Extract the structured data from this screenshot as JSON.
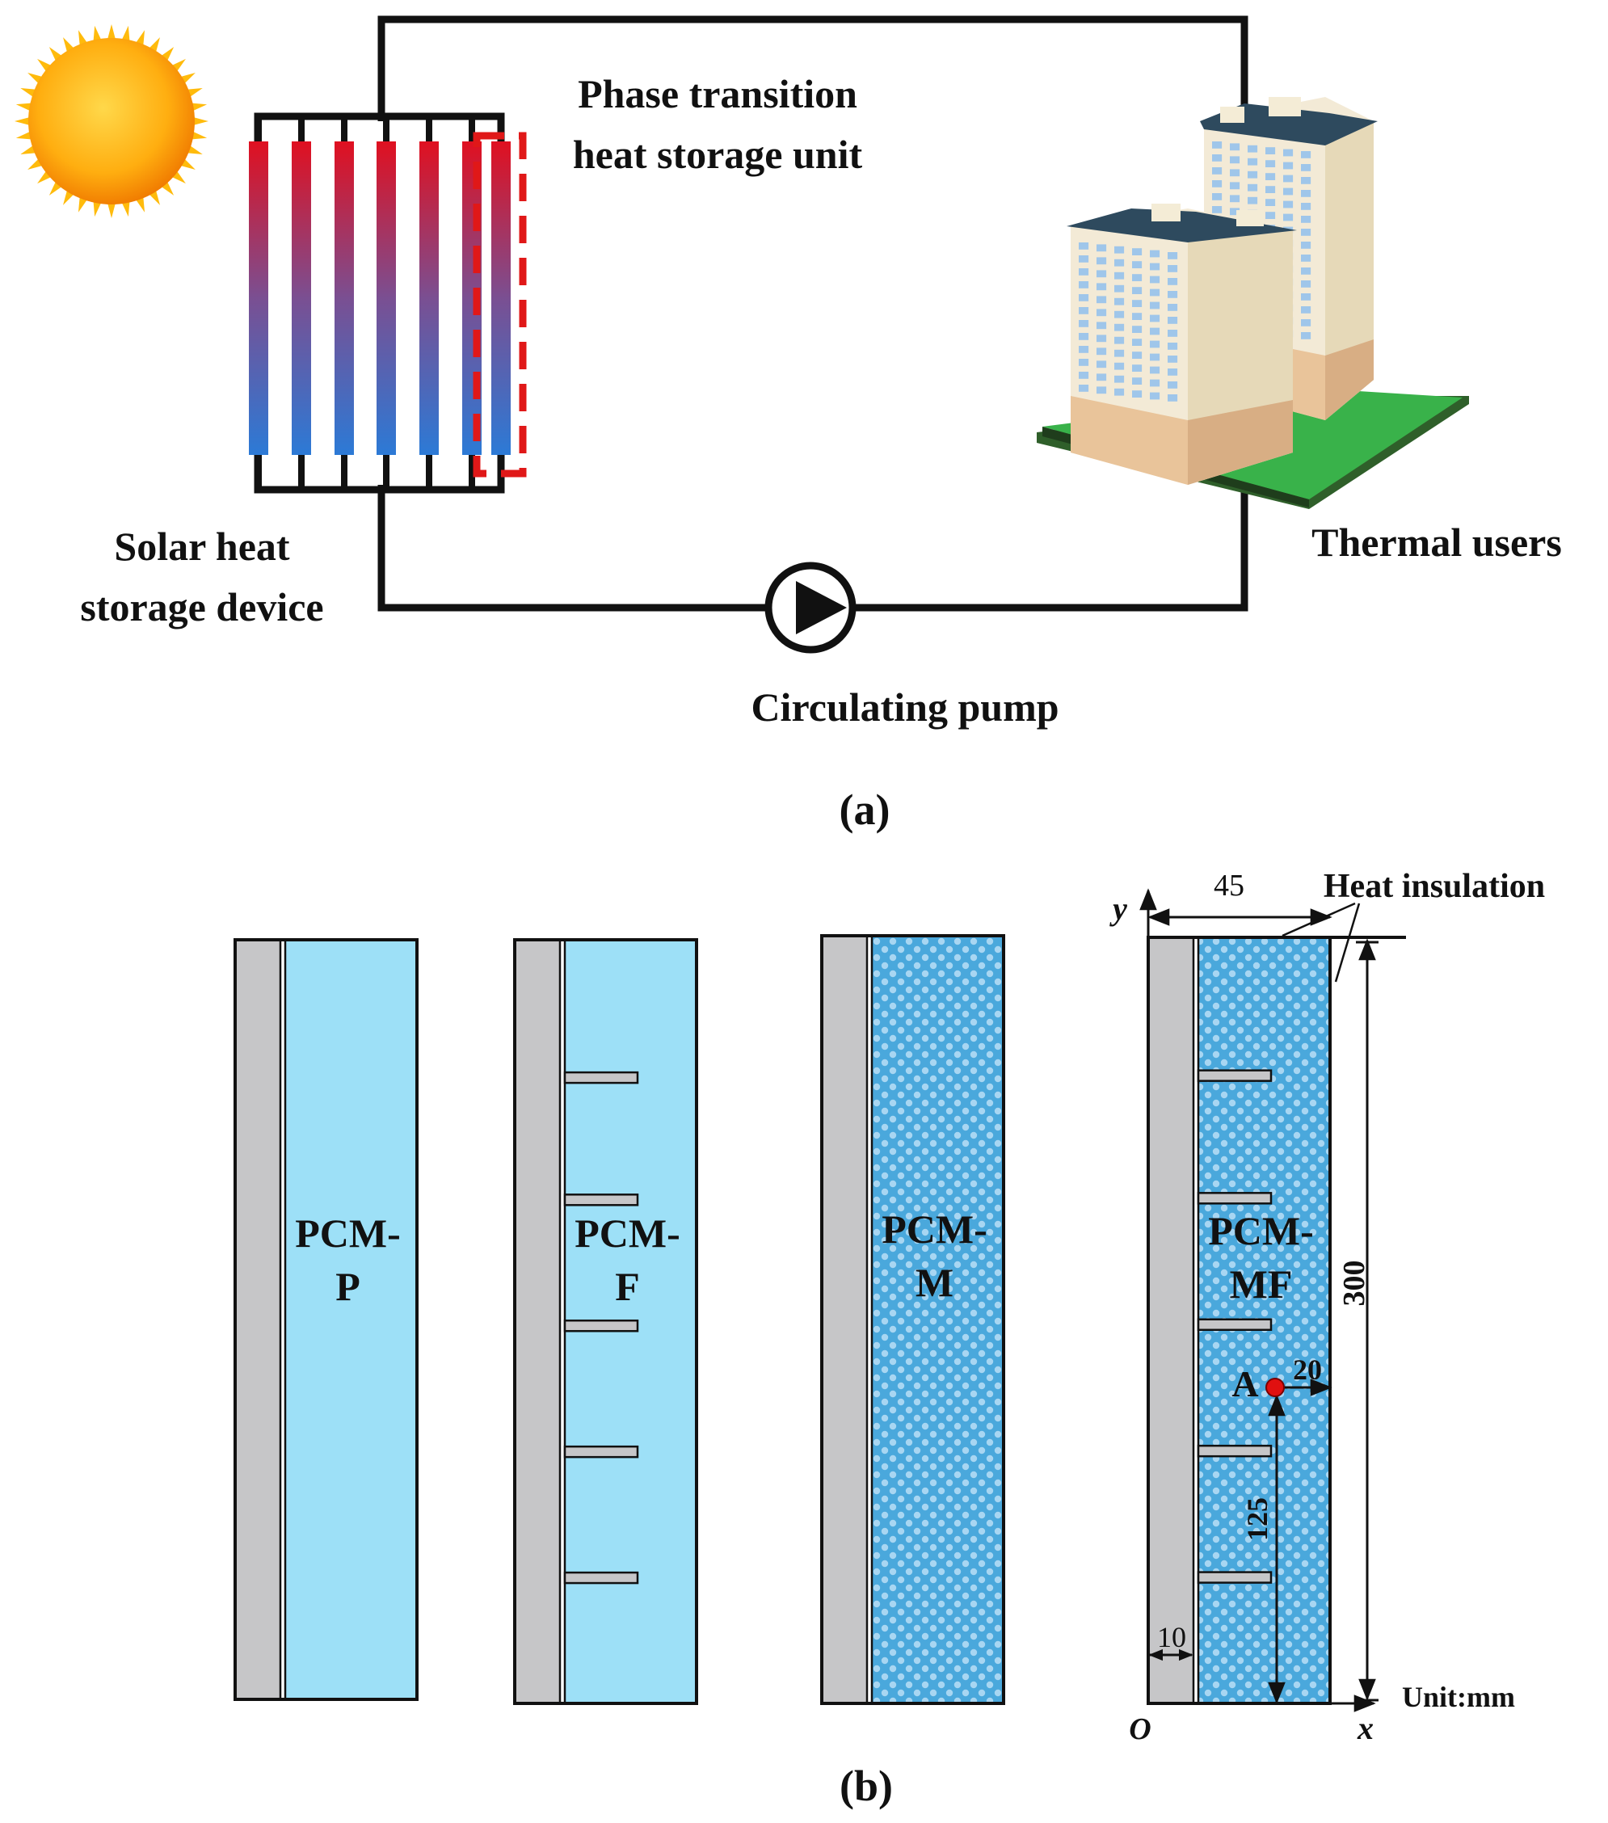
{
  "panel_a": {
    "caption": "(a)",
    "labels": {
      "storage_unit_line1": "Phase transition",
      "storage_unit_line2": "heat storage unit",
      "device_line1": "Solar heat",
      "device_line2": "storage device",
      "users": "Thermal users",
      "pump": "Circulating pump"
    },
    "colors": {
      "tube_hot": "#e01020",
      "tube_mid": "#7a4f92",
      "tube_cold": "#2c7ad6",
      "highlight_box": "#e01818",
      "sun_core": "#ffb000",
      "pipe": "#111111"
    },
    "icons": [
      "sun-icon",
      "buildings-icon",
      "pump-icon"
    ]
  },
  "panel_b": {
    "caption": "(b)",
    "units": [
      {
        "id": "pcm-p",
        "label_line1": "PCM-",
        "label_line2": "P",
        "fins": 0,
        "foam": false
      },
      {
        "id": "pcm-f",
        "label_line1": "PCM-",
        "label_line2": "F",
        "fins": 5,
        "foam": false
      },
      {
        "id": "pcm-m",
        "label_line1": "PCM-",
        "label_line2": "M",
        "fins": 0,
        "foam": true
      },
      {
        "id": "pcm-mf",
        "label_line1": "PCM-",
        "label_line2": "MF",
        "fins": 5,
        "foam": true
      }
    ],
    "dimensions": {
      "width": "45",
      "height": "300",
      "wall": "10",
      "point_x": "20",
      "point_y": "125"
    },
    "heat_insulation": "Heat insulation",
    "unit_label": "Unit:mm",
    "axis": {
      "x": "x",
      "y": "y",
      "origin": "O"
    },
    "point_label": "A",
    "colors": {
      "pcm_fill": "#9de0f7",
      "foam_fill": "#4aa8dc",
      "foam_dot": "#a8d6f2",
      "wall_fill": "#c6c6c8",
      "point": "#e01010"
    }
  }
}
